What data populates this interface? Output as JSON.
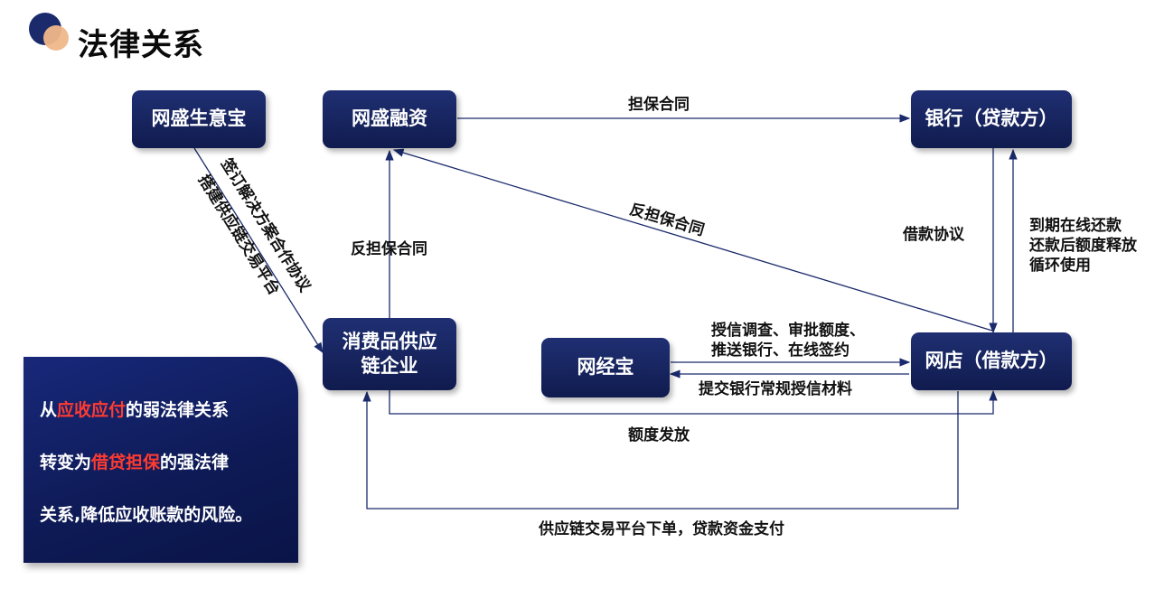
{
  "title": "法律关系",
  "nodes": {
    "wangsheng_shengyibao": "网盛生意宝",
    "wangsheng_rongzi": "网盛融资",
    "bank": "银行（贷款方）",
    "supply_chain": "消费品供应链企业",
    "wangjingbao": "网经宝",
    "store": "网店（借款方）"
  },
  "edges": {
    "guarantee_contract": "担保合同",
    "counter_guarantee_diagonal": "反担保合同",
    "counter_guarantee_vertical": "反担保合同",
    "loan_agreement": "借款协议",
    "repay_line1": "到期在线还款",
    "repay_line2": "还款后额度释放",
    "repay_line3": "循环使用",
    "sign_agreement": "签订解决方案合作协议",
    "build_platform": "搭建供应链交易平台",
    "credit_line1": "授信调查、审批额度、",
    "credit_line2": "推送银行、在线签约",
    "submit_materials": "提交银行常规授信材料",
    "credit_issue": "额度发放",
    "platform_order": "供应链交易平台下单，贷款资金支付"
  },
  "note": {
    "l1_a": "从",
    "l1_b": "应收应付",
    "l1_c": "的弱法律关系",
    "l2_a": "转变为",
    "l2_b": "借贷担保",
    "l2_c": "的强法律",
    "l3": "关系,降低应收账款的风险。"
  },
  "colors": {
    "node_fill": "#16235f",
    "arrow": "#1a2a6c",
    "highlight": "#ff3b30",
    "logo_dark": "#1b2a6b",
    "logo_light": "#f0b78a"
  }
}
